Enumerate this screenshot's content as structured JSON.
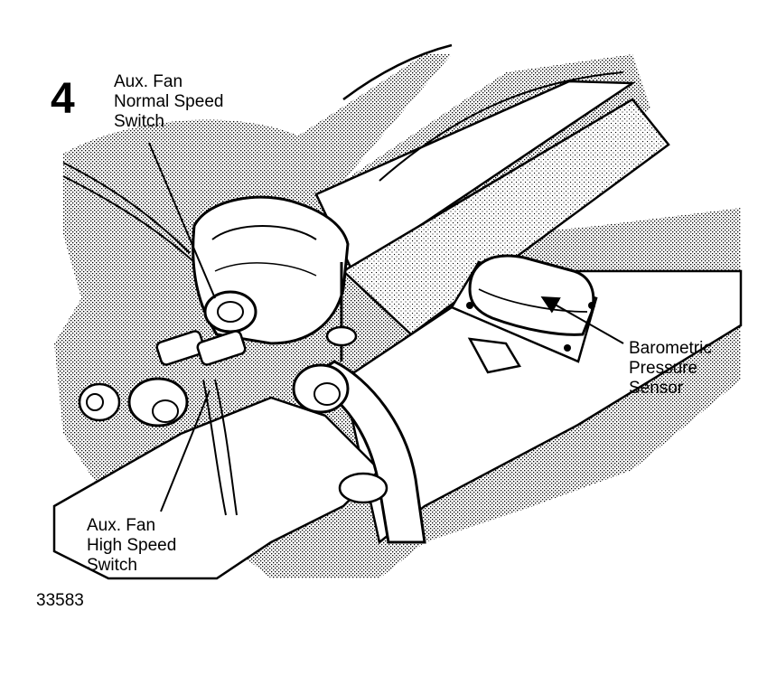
{
  "figure": {
    "step_number": "4",
    "figure_number": "33583"
  },
  "labels": {
    "normal_speed_switch": [
      "Aux. Fan",
      "Normal Speed",
      "Switch"
    ],
    "high_speed_switch": [
      "Aux. Fan",
      "High Speed",
      "Switch"
    ],
    "barometric_sensor": [
      "Barometric",
      "Pressure",
      "Sensor"
    ]
  },
  "colors": {
    "ink": "#000000",
    "paper": "#ffffff"
  }
}
